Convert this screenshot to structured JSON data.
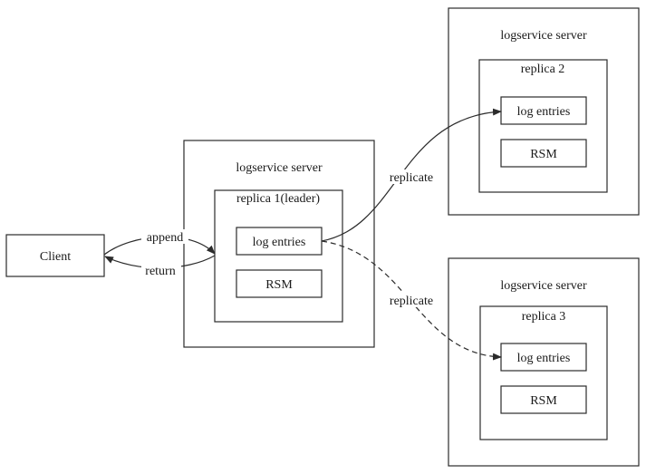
{
  "client": {
    "label": "Client"
  },
  "servers": [
    {
      "title": "logservice server",
      "replica": {
        "title": "replica 1(leader)",
        "log": "log entries",
        "rsm": "RSM"
      }
    },
    {
      "title": "logservice server",
      "replica": {
        "title": "replica 2",
        "log": "log entries",
        "rsm": "RSM"
      }
    },
    {
      "title": "logservice server",
      "replica": {
        "title": "replica 3",
        "log": "log entries",
        "rsm": "RSM"
      }
    }
  ],
  "edges": {
    "append": "append",
    "return": "return",
    "replicate_2": "replicate",
    "replicate_3": "replicate"
  },
  "colors": {
    "stroke": "#2b2b2b",
    "text": "#1a1a1a",
    "background": "#ffffff"
  }
}
